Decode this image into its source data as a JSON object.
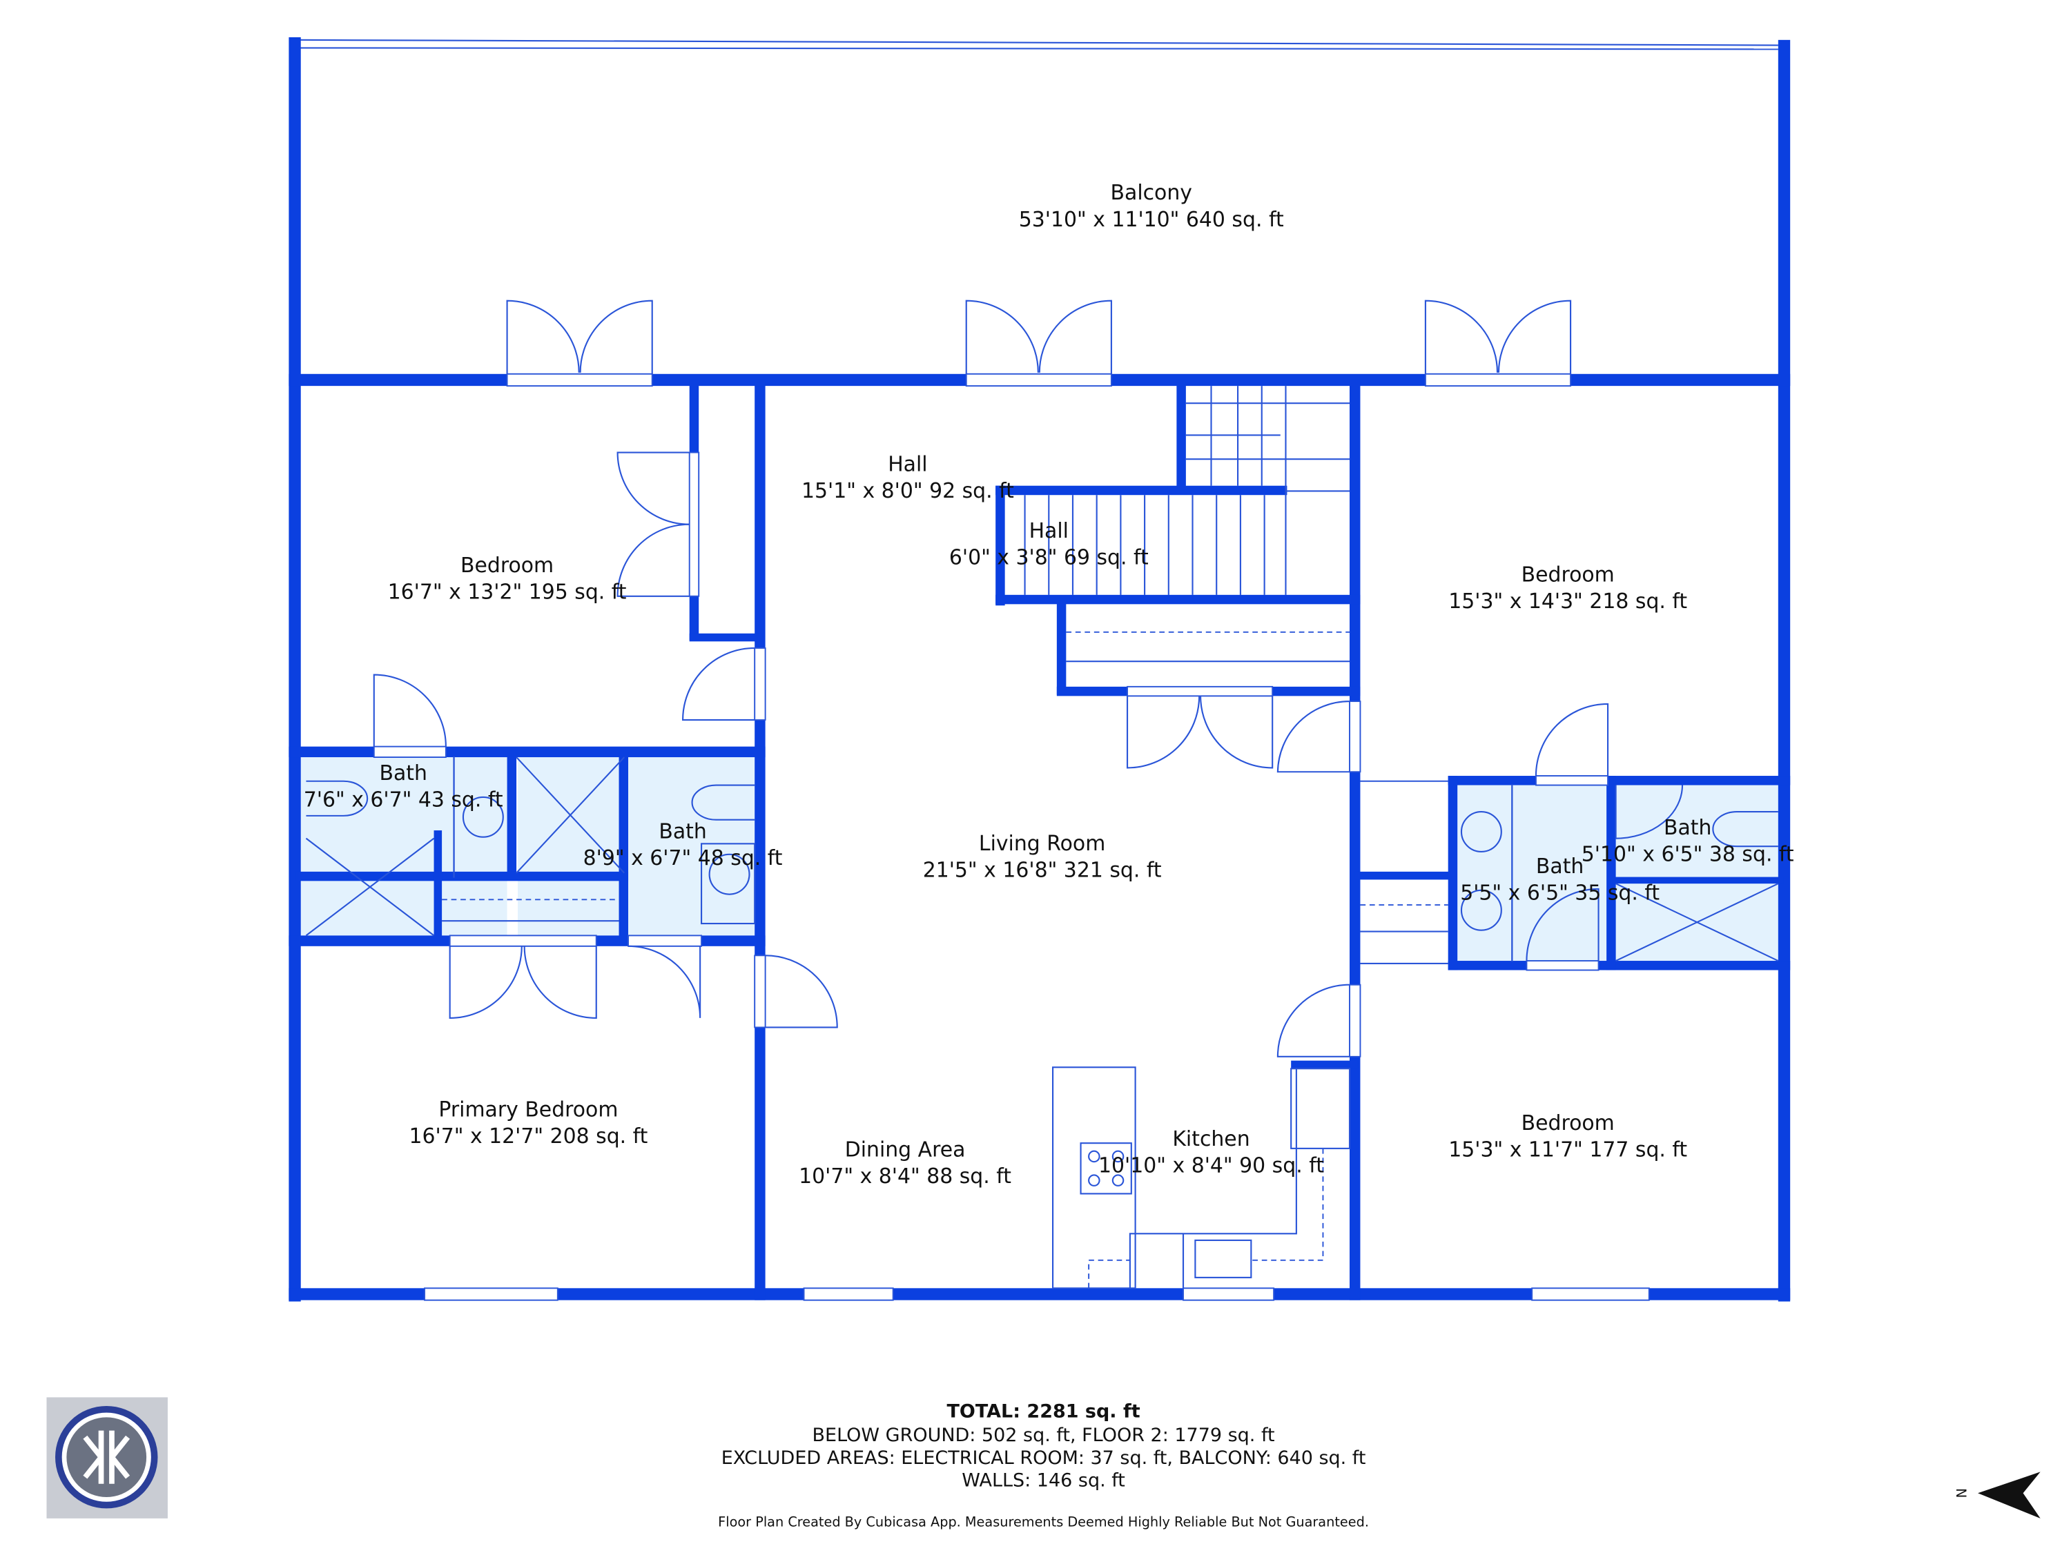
{
  "plan": {
    "wall_color": "#0b40e0",
    "bath_fill": "#e3f2fd",
    "rooms": [
      {
        "name": "Balcony",
        "dims": "53'10\" x 11'10\" 640 sq. ft"
      },
      {
        "name": "Hall",
        "dims": "15'1\" x 8'0\" 92 sq. ft"
      },
      {
        "name": "Hall",
        "dims": "6'0\" x 3'8\" 69 sq. ft"
      },
      {
        "name": "Bedroom",
        "dims": "16'7\" x 13'2\" 195 sq. ft"
      },
      {
        "name": "Bedroom",
        "dims": "15'3\" x 14'3\" 218 sq. ft"
      },
      {
        "name": "Bath",
        "dims": "7'6\" x 6'7\" 43 sq. ft"
      },
      {
        "name": "Bath",
        "dims": "8'9\" x 6'7\" 48 sq. ft"
      },
      {
        "name": "Living Room",
        "dims": "21'5\" x 16'8\" 321 sq. ft"
      },
      {
        "name": "Bath",
        "dims": "5'10\" x 6'5\" 38 sq. ft"
      },
      {
        "name": "Bath",
        "dims": "5'5\" x 6'5\" 35 sq. ft"
      },
      {
        "name": "Primary Bedroom",
        "dims": "16'7\" x 12'7\" 208 sq. ft"
      },
      {
        "name": "Dining Area",
        "dims": "10'7\" x 8'4\" 88 sq. ft"
      },
      {
        "name": "Kitchen",
        "dims": "10'10\" x 8'4\" 90 sq. ft"
      },
      {
        "name": "Bedroom",
        "dims": "15'3\" x 11'7\" 177 sq. ft"
      }
    ]
  },
  "summary": {
    "total": "TOTAL: 2281 sq. ft",
    "floors": "BELOW GROUND: 502 sq. ft, FLOOR 2: 1779 sq. ft",
    "excluded": "EXCLUDED AREAS: ELECTRICAL ROOM: 37 sq. ft, BALCONY: 640 sq. ft",
    "walls": "WALLS: 146 sq. ft"
  },
  "footer": {
    "disclaimer": "Floor Plan Created By Cubicasa App. Measurements Deemed Highly Reliable But Not Guaranteed."
  },
  "compass": {
    "label": "N",
    "icon": "north-arrow-icon"
  },
  "logo": {
    "icon": "cubicasa-logo-icon"
  }
}
